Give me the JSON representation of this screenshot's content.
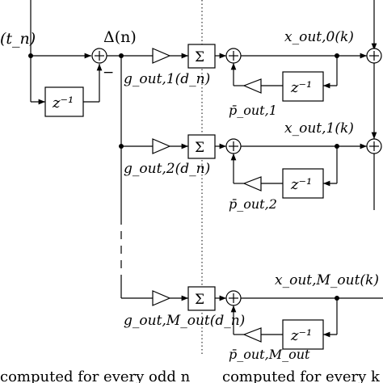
{
  "labels": {
    "input": "(t_n)",
    "delta": "Δ(n)",
    "minus": "−",
    "delay": "z⁻¹",
    "sum": "Σ",
    "plus": "+",
    "gain1": "g_out,1(d_n)",
    "gain2": "g_out,2(d_n)",
    "gainM": "g_out,M_out(d_n)",
    "x0": "x_out,0(k)",
    "x1": "x_out,1(k)",
    "xM": "x_out,M_out(k)",
    "p1": "p̄_out,1",
    "p2": "p̄_out,2",
    "pM": "p̄_out,M_out",
    "caption_left": "computed for every odd n",
    "caption_right": "computed for every k"
  }
}
